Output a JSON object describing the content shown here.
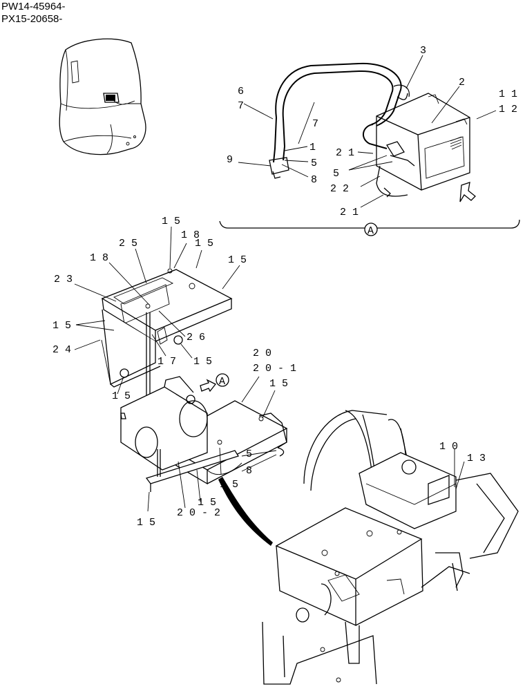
{
  "header": {
    "serials": [
      "PW14-45964-",
      "PX15-20658-"
    ]
  },
  "detail_marker": "A",
  "view_arrow_label": "A",
  "callouts": {
    "detail_a": [
      {
        "key": "c3",
        "text": "3"
      },
      {
        "key": "c2",
        "text": "2"
      },
      {
        "key": "c11",
        "text": "1 1"
      },
      {
        "key": "c12",
        "text": "1 2"
      },
      {
        "key": "c6",
        "text": "6"
      },
      {
        "key": "c7a",
        "text": "7"
      },
      {
        "key": "c7b",
        "text": "7"
      },
      {
        "key": "c1",
        "text": "1"
      },
      {
        "key": "c21a",
        "text": "2 1"
      },
      {
        "key": "c9",
        "text": "9"
      },
      {
        "key": "c5a",
        "text": "5"
      },
      {
        "key": "c5b",
        "text": "5"
      },
      {
        "key": "c8a",
        "text": "8"
      },
      {
        "key": "c22",
        "text": "2 2"
      },
      {
        "key": "c21b",
        "text": "2 1"
      }
    ],
    "main": [
      {
        "key": "m15a",
        "text": "1 5"
      },
      {
        "key": "m18a",
        "text": "1 8"
      },
      {
        "key": "m25",
        "text": "2 5"
      },
      {
        "key": "m15b",
        "text": "1 5"
      },
      {
        "key": "m18b",
        "text": "1 8"
      },
      {
        "key": "m15c",
        "text": "1 5"
      },
      {
        "key": "m23",
        "text": "2 3"
      },
      {
        "key": "m15d",
        "text": "1 5"
      },
      {
        "key": "m26",
        "text": "2 6"
      },
      {
        "key": "m24",
        "text": "2 4"
      },
      {
        "key": "m17",
        "text": "1 7"
      },
      {
        "key": "m15e",
        "text": "1 5"
      },
      {
        "key": "m20",
        "text": "2 0"
      },
      {
        "key": "m201",
        "text": "2 0 - 1"
      },
      {
        "key": "m15f",
        "text": "1 5"
      },
      {
        "key": "m15g",
        "text": "1 5"
      },
      {
        "key": "m5",
        "text": "5"
      },
      {
        "key": "m8",
        "text": "8"
      },
      {
        "key": "m15h",
        "text": "1 5"
      },
      {
        "key": "m15i",
        "text": "1 5"
      },
      {
        "key": "m202",
        "text": "2 0 - 2"
      },
      {
        "key": "m15j",
        "text": "1 5"
      },
      {
        "key": "m10",
        "text": "1 0"
      },
      {
        "key": "m13",
        "text": "1 3"
      }
    ]
  }
}
